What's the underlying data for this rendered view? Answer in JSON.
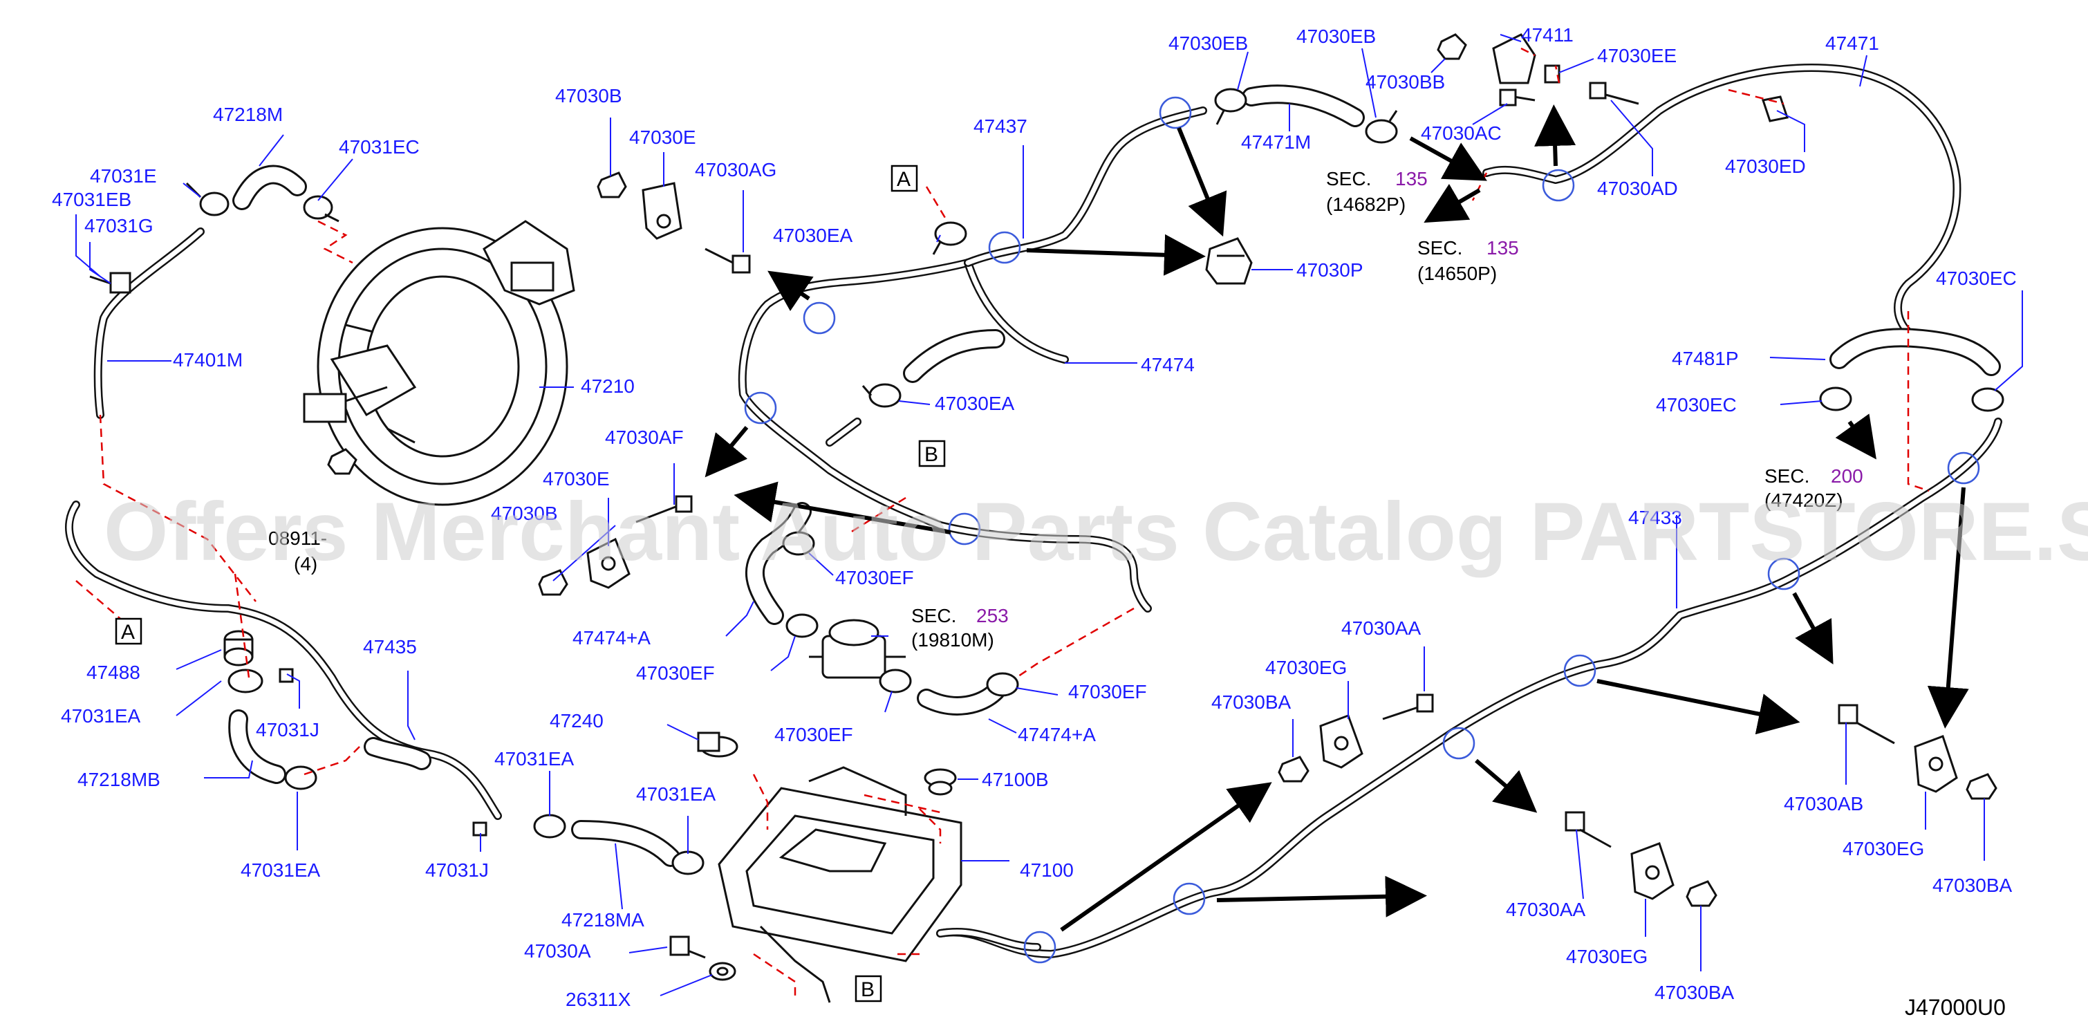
{
  "diagram": {
    "labels_blue": [
      "47218M",
      "47031EC",
      "47031E",
      "47031EB",
      "47031G",
      "47401M",
      "47210",
      "47030B",
      "47030E",
      "47030AG",
      "47030EA",
      "47437",
      "47474",
      "47030EA",
      "47030EB",
      "47471M",
      "47030EB",
      "47030BB",
      "47411",
      "47030EE",
      "47030AC",
      "47030AD",
      "47471",
      "47030ED",
      "47030P",
      "47030AF",
      "47030E",
      "47030B",
      "47030EF",
      "47474+A",
      "47030EF",
      "47030EF",
      "47474+A",
      "47030EF",
      "47488",
      "47031EA",
      "47031J",
      "47218MB",
      "47031EA",
      "47435",
      "47031EA",
      "47031J",
      "47218MA",
      "47031EA",
      "47240",
      "47100B",
      "47100",
      "47030A",
      "26311X",
      "47030EG",
      "47030AA",
      "47030BA",
      "47030EC",
      "47481P",
      "47030EC",
      "47433",
      "47030AB",
      "47030EG",
      "47030BA",
      "47030AA",
      "47030EG",
      "47030BA"
    ],
    "labels_black": [
      "SEC.",
      "(14682P)",
      "SEC.",
      "(14650P)",
      "SEC.",
      "(47420Z)",
      "SEC.",
      "(19810M)",
      "08911-",
      "(4)"
    ],
    "labels_purple": [
      "135",
      "135",
      "200",
      "253"
    ],
    "ref_boxes": [
      "A",
      "A",
      "B",
      "B"
    ],
    "drawing_code": "J47000U0",
    "watermark": "Offers Merchant Auto Parts Catalog PARTSTORE.SA"
  }
}
